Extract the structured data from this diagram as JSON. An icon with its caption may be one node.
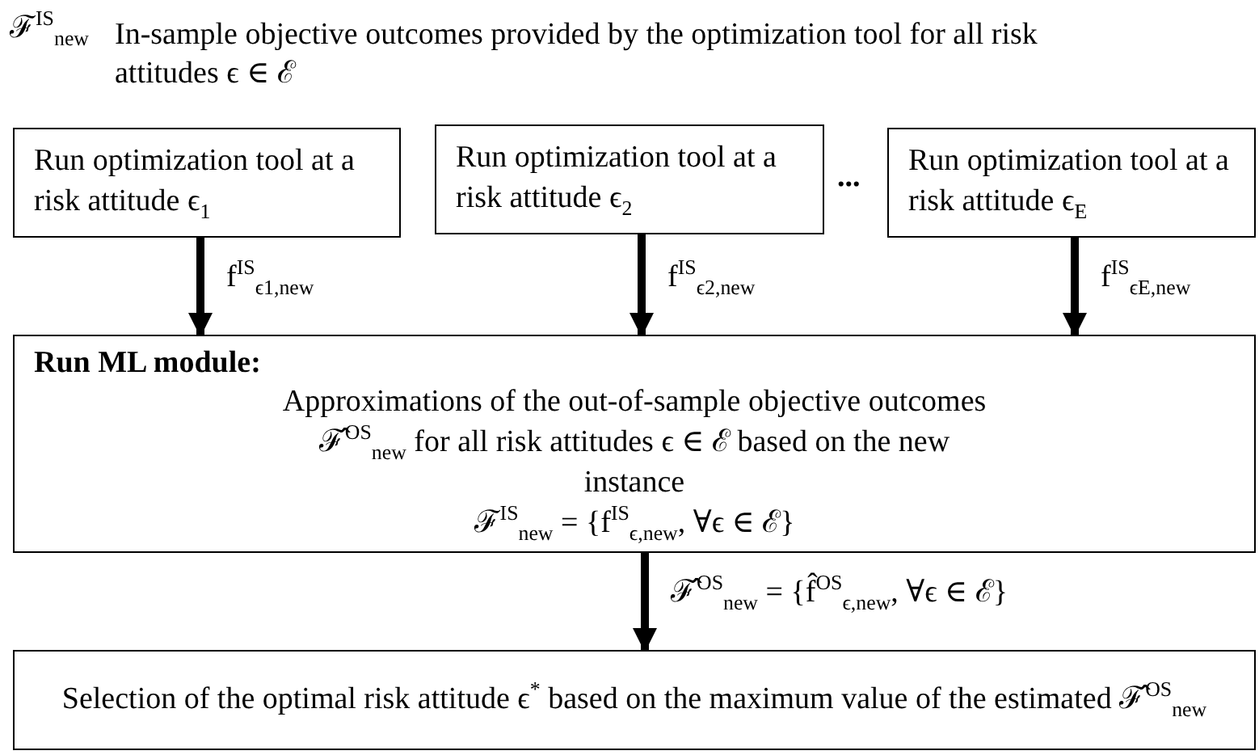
{
  "diagram": {
    "nodes": [
      {
        "text": [
          "Run optimization tool at a risk attitude ϵ$_{1}$"
        ]
      },
      {
        "text": [
          "Run optimization tool at a risk attitude ϵ$_{2}$"
        ]
      },
      {
        "text": [
          "Run optimization tool at a risk attitude ϵ$_{E}$"
        ]
      },
      {
        "text": [
          "Run ML module:",
          "Approximations of the out-of-sample objective outcomes ℱ̂$^{OS}$$_{new}$ for all risk attitudes  ϵ ∈ ℰ  based on the new instance",
          "ℱ$^{IS}$$_{new}$ = {f$^{IS}$$_{ϵ,new}$,  ∀ϵ ∈ ℰ}"
        ]
      },
      {
        "text": [
          "Selection of the optimal risk attitude ϵ$^{*}$ based on the maximum value of the estimated ℱ̂$^{OS}$$_{new}$"
        ]
      }
    ],
    "edges": [
      {
        "from": 0,
        "to": 3,
        "arrow": "to",
        "label": "f$^{IS}$$_{ϵ1,new}$"
      },
      {
        "from": 1,
        "to": 3,
        "arrow": "to",
        "label": "f$^{IS}$$_{ϵ2,new}$"
      },
      {
        "from": 2,
        "to": 3,
        "arrow": "to",
        "label": "f$^{IS}$$_{ϵE,new}$"
      },
      {
        "from": 3,
        "to": 4,
        "arrow": "to",
        "label": "ℱ̂$^{OS}$$_{new}$ = {f̂$^{OS}$$_{ϵ,new}$,  ∀ϵ ∈ ℰ}"
      }
    ],
    "labels": [
      "ℱ$^{IS}$$_{new}$",
      "In-sample objective outcomes provided by the optimization tool for all risk attitudes ϵ ∈ ℰ",
      "..."
    ]
  }
}
